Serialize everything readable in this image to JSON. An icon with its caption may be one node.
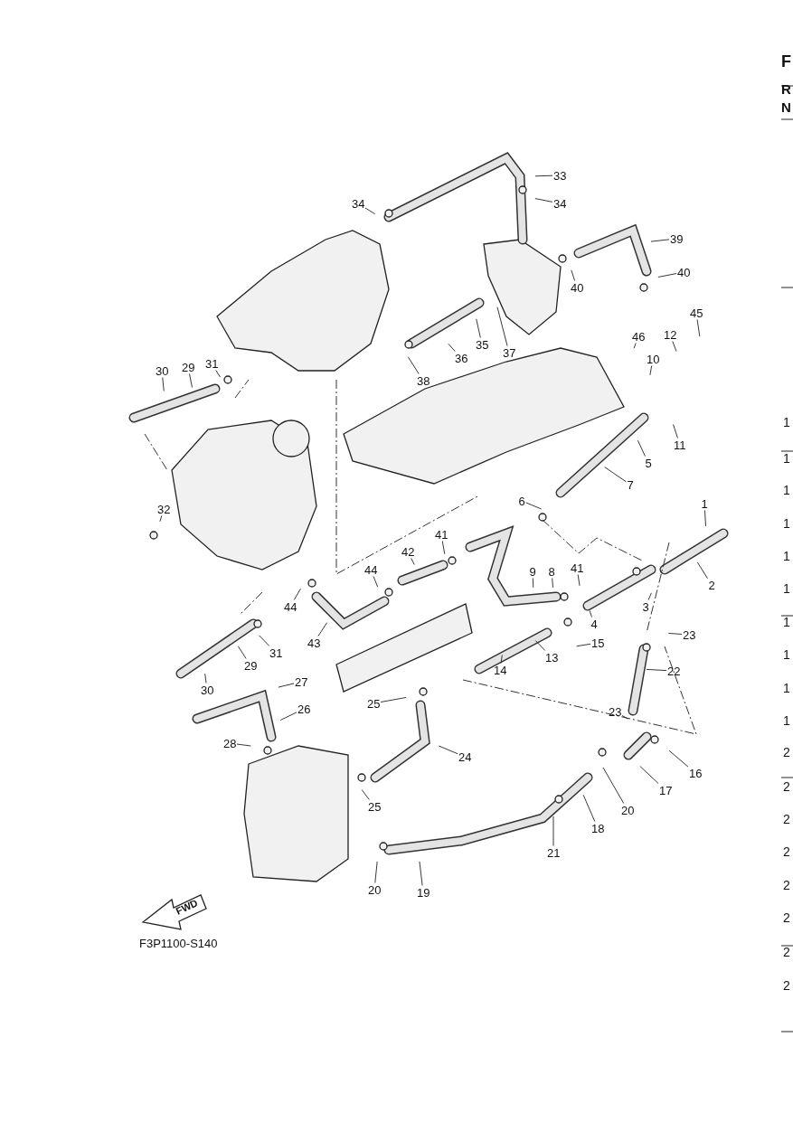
{
  "diagram": {
    "nodes": [
      {
        "text": [
          "33"
        ]
      },
      {
        "text": [
          "34"
        ]
      },
      {
        "text": [
          "34"
        ]
      },
      {
        "text": [
          "39"
        ]
      },
      {
        "text": [
          "40"
        ]
      },
      {
        "text": [
          "40"
        ]
      },
      {
        "text": [
          "45"
        ]
      },
      {
        "text": [
          "46"
        ]
      },
      {
        "text": [
          "12"
        ]
      },
      {
        "text": [
          "10"
        ]
      },
      {
        "text": [
          "35"
        ]
      },
      {
        "text": [
          "37"
        ]
      },
      {
        "text": [
          "36"
        ]
      },
      {
        "text": [
          "38"
        ]
      },
      {
        "text": [
          "30"
        ]
      },
      {
        "text": [
          "29"
        ]
      },
      {
        "text": [
          "31"
        ]
      },
      {
        "text": [
          "11"
        ]
      },
      {
        "text": [
          "5"
        ]
      },
      {
        "text": [
          "7"
        ]
      },
      {
        "text": [
          "6"
        ]
      },
      {
        "text": [
          "1"
        ]
      },
      {
        "text": [
          "32"
        ]
      },
      {
        "text": [
          "41"
        ]
      },
      {
        "text": [
          "42"
        ]
      },
      {
        "text": [
          "44"
        ]
      },
      {
        "text": [
          "9"
        ]
      },
      {
        "text": [
          "8"
        ]
      },
      {
        "text": [
          "41"
        ]
      },
      {
        "text": [
          "2"
        ]
      },
      {
        "text": [
          "44"
        ]
      },
      {
        "text": [
          "3"
        ]
      },
      {
        "text": [
          "4"
        ]
      },
      {
        "text": [
          "23"
        ]
      },
      {
        "text": [
          "43"
        ]
      },
      {
        "text": [
          "15"
        ]
      },
      {
        "text": [
          "31"
        ]
      },
      {
        "text": [
          "13"
        ]
      },
      {
        "text": [
          "29"
        ]
      },
      {
        "text": [
          "14"
        ]
      },
      {
        "text": [
          "22"
        ]
      },
      {
        "text": [
          "27"
        ]
      },
      {
        "text": [
          "30"
        ]
      },
      {
        "text": [
          "25"
        ]
      },
      {
        "text": [
          "26"
        ]
      },
      {
        "text": [
          "23"
        ]
      },
      {
        "text": [
          "28"
        ]
      },
      {
        "text": [
          "24"
        ]
      },
      {
        "text": [
          "16"
        ]
      },
      {
        "text": [
          "17"
        ]
      },
      {
        "text": [
          "25"
        ]
      },
      {
        "text": [
          "20"
        ]
      },
      {
        "text": [
          "18"
        ]
      },
      {
        "text": [
          "21"
        ]
      },
      {
        "text": [
          "20"
        ]
      },
      {
        "text": [
          "19"
        ]
      }
    ],
    "edges": [
      {
        "from": 0,
        "to": null,
        "arrow": "none"
      },
      {
        "from": 1,
        "to": null,
        "arrow": "none"
      },
      {
        "from": 2,
        "to": null,
        "arrow": "none"
      },
      {
        "from": 3,
        "to": null,
        "arrow": "none"
      },
      {
        "from": 4,
        "to": null,
        "arrow": "none"
      },
      {
        "from": 5,
        "to": null,
        "arrow": "none"
      },
      {
        "from": 6,
        "to": null,
        "arrow": "none"
      },
      {
        "from": 7,
        "to": null,
        "arrow": "none"
      },
      {
        "from": 8,
        "to": null,
        "arrow": "none"
      },
      {
        "from": 9,
        "to": null,
        "arrow": "none"
      },
      {
        "from": 10,
        "to": null,
        "arrow": "none"
      },
      {
        "from": 11,
        "to": null,
        "arrow": "none"
      },
      {
        "from": 12,
        "to": null,
        "arrow": "none"
      },
      {
        "from": 13,
        "to": null,
        "arrow": "none"
      },
      {
        "from": 14,
        "to": null,
        "arrow": "none"
      },
      {
        "from": 15,
        "to": null,
        "arrow": "none"
      },
      {
        "from": 16,
        "to": null,
        "arrow": "none"
      },
      {
        "from": 17,
        "to": null,
        "arrow": "none"
      },
      {
        "from": 18,
        "to": null,
        "arrow": "none"
      },
      {
        "from": 19,
        "to": null,
        "arrow": "none"
      },
      {
        "from": 20,
        "to": null,
        "arrow": "none"
      },
      {
        "from": 21,
        "to": null,
        "arrow": "none"
      },
      {
        "from": 22,
        "to": null,
        "arrow": "none"
      },
      {
        "from": 23,
        "to": null,
        "arrow": "none"
      },
      {
        "from": 24,
        "to": null,
        "arrow": "none"
      },
      {
        "from": 25,
        "to": null,
        "arrow": "none"
      },
      {
        "from": 26,
        "to": null,
        "arrow": "none"
      },
      {
        "from": 27,
        "to": null,
        "arrow": "none"
      },
      {
        "from": 28,
        "to": null,
        "arrow": "none"
      },
      {
        "from": 29,
        "to": null,
        "arrow": "none"
      },
      {
        "from": 30,
        "to": null,
        "arrow": "none"
      },
      {
        "from": 31,
        "to": null,
        "arrow": "none"
      },
      {
        "from": 32,
        "to": null,
        "arrow": "none"
      },
      {
        "from": 33,
        "to": null,
        "arrow": "none"
      },
      {
        "from": 34,
        "to": null,
        "arrow": "none"
      },
      {
        "from": 35,
        "to": null,
        "arrow": "none"
      },
      {
        "from": 36,
        "to": null,
        "arrow": "none"
      },
      {
        "from": 37,
        "to": null,
        "arrow": "none"
      },
      {
        "from": 38,
        "to": null,
        "arrow": "none"
      },
      {
        "from": 39,
        "to": null,
        "arrow": "none"
      },
      {
        "from": 40,
        "to": null,
        "arrow": "none"
      },
      {
        "from": 41,
        "to": null,
        "arrow": "none"
      },
      {
        "from": 42,
        "to": null,
        "arrow": "none"
      },
      {
        "from": 43,
        "to": null,
        "arrow": "none"
      },
      {
        "from": 44,
        "to": null,
        "arrow": "none"
      },
      {
        "from": 45,
        "to": null,
        "arrow": "none"
      },
      {
        "from": 46,
        "to": null,
        "arrow": "none"
      },
      {
        "from": 47,
        "to": null,
        "arrow": "none"
      },
      {
        "from": 48,
        "to": null,
        "arrow": "none"
      },
      {
        "from": 49,
        "to": null,
        "arrow": "none"
      },
      {
        "from": 50,
        "to": null,
        "arrow": "none"
      },
      {
        "from": 51,
        "to": null,
        "arrow": "none"
      },
      {
        "from": 52,
        "to": null,
        "arrow": "none"
      },
      {
        "from": 53,
        "to": null,
        "arrow": "none"
      },
      {
        "from": 54,
        "to": null,
        "arrow": "none"
      },
      {
        "from": 55,
        "to": null,
        "arrow": "none"
      }
    ],
    "labels": [
      "F",
      "R",
      "N",
      "1",
      "1",
      "1",
      "1",
      "1",
      "1",
      "1",
      "1",
      "1",
      "1",
      "2",
      "2",
      "2",
      "2",
      "2",
      "2",
      "2",
      "2",
      "FWD",
      "F3P1100-S140"
    ]
  }
}
